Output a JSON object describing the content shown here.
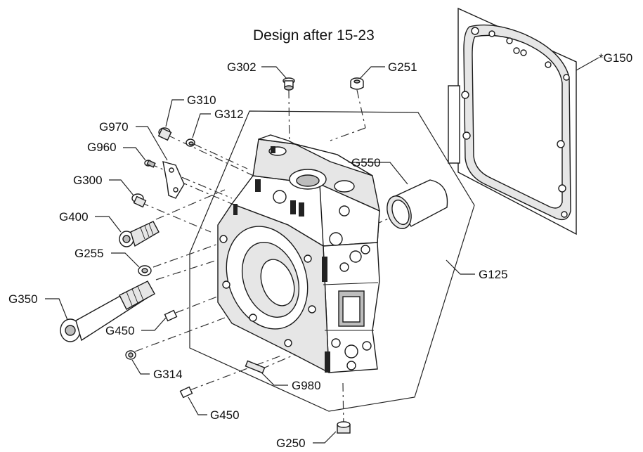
{
  "title": "Design after 15-23",
  "labels": {
    "g302": "G302",
    "g251": "G251",
    "g150": "*G150",
    "g310": "G310",
    "g312": "G312",
    "g970": "G970",
    "g960": "G960",
    "g550": "G550",
    "g300": "G300",
    "g400": "G400",
    "g255": "G255",
    "g125": "G125",
    "g350": "G350",
    "g450a": "G450",
    "g314": "G314",
    "g980": "G980",
    "g450b": "G450",
    "g250": "G250"
  }
}
